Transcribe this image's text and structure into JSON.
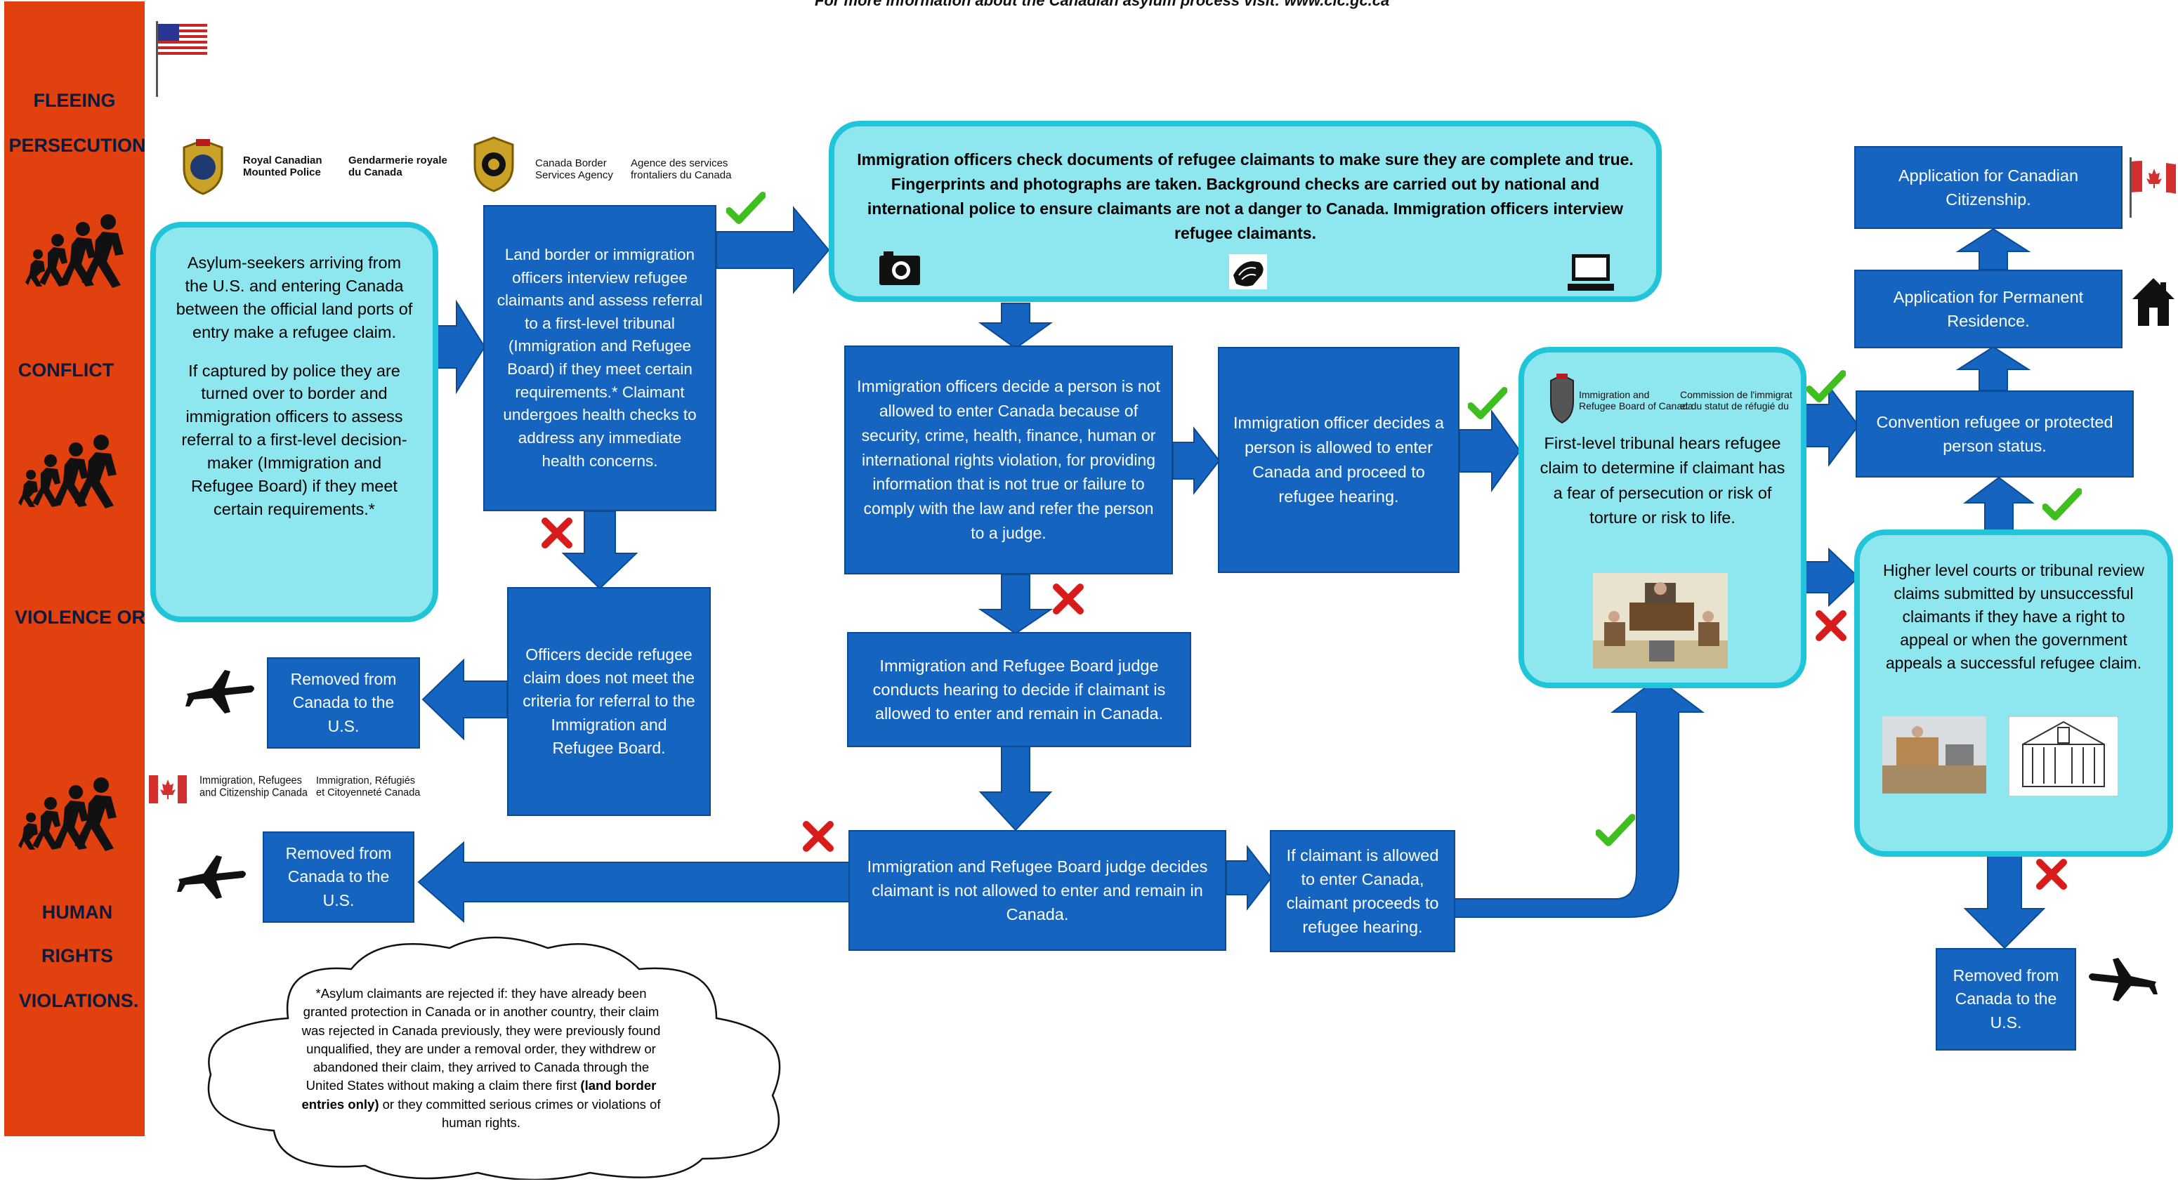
{
  "top_note": "For more information about the Canadian asylum process visit: www.cic.gc.ca",
  "sidebar": {
    "words": [
      "FLEEING",
      "PERSECUTION",
      "CONFLICT",
      "VIOLENCE OR",
      "HUMAN",
      "RIGHTS",
      "VIOLATIONS."
    ]
  },
  "logos": {
    "rcmp_en": "Royal Canadian\nMounted Police",
    "rcmp_fr": "Gendarmerie royale\ndu Canada",
    "cbsa_en": "Canada Border\nServices Agency",
    "cbsa_fr": "Agence des services\nfrontaliers du Canada",
    "ircc_en": "Immigration, Refugees\nand Citizenship Canada",
    "ircc_fr": "Immigration, Réfugiés\net Citoyenneté Canada",
    "irb_en": "Immigration and\nRefugee Board of Canada",
    "irb_fr": "Commission de l'immigrat\net du statut de réfugié du"
  },
  "nodes": {
    "asylum_p1": "Asylum-seekers arriving from the U.S. and entering Canada between the official land ports of entry make a refugee claim.",
    "asylum_p2": "If captured by police they are turned over to border and immigration officers to assess referral to a first-level decision-maker (Immigration and Refugee Board) if they meet certain requirements.*",
    "land_border": "Land border or immigration officers interview refugee claimants and assess referral to a first-level tribunal (Immigration and Refugee Board) if they meet certain requirements.* Claimant undergoes health checks to address any immediate health concerns.",
    "officers_decide": "Officers decide refugee claim does not meet the criteria for referral to the Immigration and Refugee Board.",
    "removed_1": "Removed from Canada to the U.S.",
    "removed_2": "Removed from Canada to the U.S.",
    "removed_3": "Removed from Canada to the U.S.",
    "checks": "Immigration officers check documents of refugee claimants to make sure they are complete and true. Fingerprints and photographs are taken. Background checks are carried out by national and international police to ensure claimants are not a danger to Canada. Immigration officers interview refugee claimants.",
    "not_allowed": "Immigration officers decide a person is not allowed to enter Canada because of security, crime, health, finance, human or international rights violation, for providing information that is not true or failure to comply with the law and refer the person to a judge.",
    "allowed": "Immigration officer decides a person is allowed to enter Canada and proceed to refugee hearing.",
    "irb_hearing": "Immigration and Refugee Board judge conducts hearing to decide if claimant is allowed to enter and remain in Canada.",
    "irb_decides": "Immigration and Refugee Board judge decides claimant is not allowed to enter and remain in Canada.",
    "proceeds": "If claimant is allowed to enter Canada, claimant proceeds to refugee hearing.",
    "tribunal": "First-level tribunal hears refugee claim to determine if claimant has a fear of persecution or risk of torture or risk to life.",
    "citizenship": "Application for Canadian Citizenship.",
    "pr": "Application for Permanent Residence.",
    "convention": "Convention refugee or protected person status.",
    "higher_courts": "Higher level courts or tribunal review claims submitted by unsuccessful claimants if they have a right to appeal or when the government appeals a successful refugee claim."
  },
  "footnote_pre": "*Asylum claimants are rejected if: they have already been granted protection in Canada or in another country, their claim was rejected in Canada previously, they were previously found unqualified, they are under a removal order, they withdrew or abandoned their claim, they arrived to Canada through the United States without making a claim there first ",
  "footnote_bold": "(land border entries only)",
  "footnote_post": " or they committed serious crimes or violations of human rights.",
  "colors": {
    "sidebar": "#e1400f",
    "box": "#1565c0",
    "cyan_fill": "#8ee6ee",
    "cyan_border": "#22c4d8",
    "check": "#3fbf1f",
    "cross": "#d81b1b"
  },
  "icons": [
    "us-flag-icon",
    "canada-flag-icon",
    "camera-icon",
    "fingerprint-icon",
    "computer-icon",
    "house-icon",
    "airplane-icon",
    "people-running-icon",
    "check-icon",
    "cross-icon"
  ]
}
